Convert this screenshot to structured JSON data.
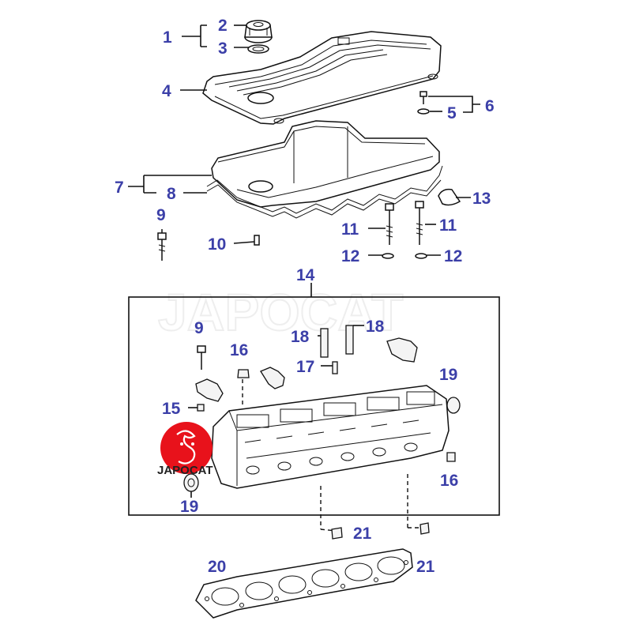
{
  "watermark": "JAPOCAT",
  "logo": {
    "text": "JAPOCAT",
    "color": "#e8121b"
  },
  "colors": {
    "callout": "#3b3fa8",
    "line": "#111111"
  },
  "callouts": {
    "c1": "1",
    "c2": "2",
    "c3": "3",
    "c4": "4",
    "c5": "5",
    "c6": "6",
    "c7": "7",
    "c8": "8",
    "c9a": "9",
    "c9b": "9",
    "c10": "10",
    "c11a": "11",
    "c11b": "11",
    "c12a": "12",
    "c12b": "12",
    "c13": "13",
    "c14": "14",
    "c15": "15",
    "c16a": "16",
    "c16b": "16",
    "c17": "17",
    "c18a": "18",
    "c18b": "18",
    "c19a": "19",
    "c19b": "19",
    "c20": "20",
    "c21a": "21",
    "c21b": "21"
  }
}
